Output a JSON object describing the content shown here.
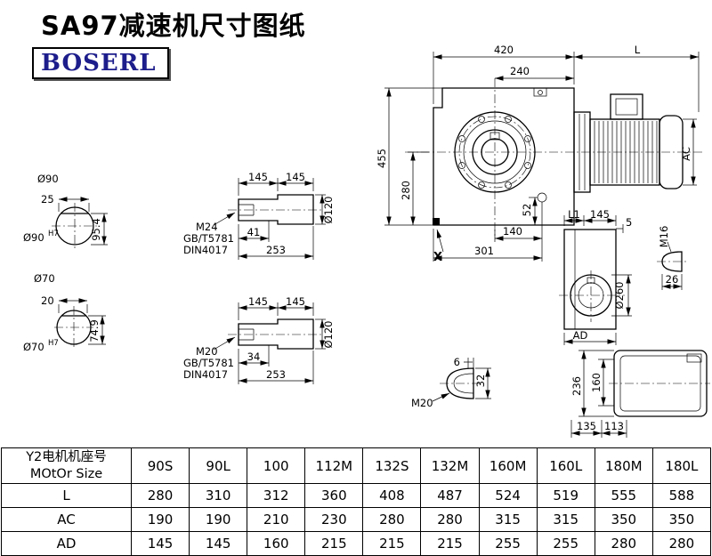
{
  "page": {
    "title": "SA97减速机尺寸图纸",
    "logo": "BOSERL"
  },
  "sections": {
    "bore90": {
      "dia_label": "Ø90",
      "key_width": "25",
      "key_height": "95.4",
      "bore_dia": "Ø90",
      "bore_tol": "H7"
    },
    "bore70": {
      "dia_label": "Ø70",
      "key_width": "20",
      "key_height": "74.9",
      "bore_dia": "Ø70",
      "bore_tol": "H7"
    },
    "shaft_m24": {
      "seg1": "145",
      "seg2": "145",
      "dia": "Ø120",
      "thread": "M24",
      "std1": "GB/T5781",
      "std2": "DIN4017",
      "thread_len": "41",
      "total_len": "253"
    },
    "shaft_m20": {
      "seg1": "145",
      "seg2": "145",
      "dia": "Ø120",
      "thread": "M20",
      "std1": "GB/T5781",
      "std2": "DIN4017",
      "thread_len": "34",
      "total_len": "253"
    },
    "main_view": {
      "overall_width": "420",
      "motor_length": "L",
      "center_to_face": "240",
      "overall_height": "455",
      "center_height": "280",
      "plug_offset": "52",
      "dim140": "140",
      "dim301": "301",
      "detail_mark": "X",
      "motor_dia": "AC"
    },
    "side_view": {
      "l1": "L1",
      "dim145": "145",
      "dim5": "5",
      "thread": "M16",
      "flange_dia": "Ø260",
      "dim26": "26",
      "motor_width": "AD"
    },
    "shaft_end": {
      "thread": "M20",
      "dim6": "6",
      "dim32": "32"
    },
    "rear_view": {
      "dim236": "236",
      "dim160": "160",
      "dim135": "135",
      "dim113": "113"
    }
  },
  "table": {
    "header_label_cn": "Y2电机机座号",
    "header_label_en": "MOtOr Size",
    "sizes": [
      "90S",
      "90L",
      "100",
      "112M",
      "132S",
      "132M",
      "160M",
      "160L",
      "180M",
      "180L"
    ],
    "rows": [
      {
        "label": "L",
        "values": [
          "280",
          "310",
          "312",
          "360",
          "408",
          "487",
          "524",
          "519",
          "555",
          "588"
        ]
      },
      {
        "label": "AC",
        "values": [
          "190",
          "190",
          "210",
          "230",
          "280",
          "280",
          "315",
          "315",
          "350",
          "350"
        ]
      },
      {
        "label": "AD",
        "values": [
          "145",
          "145",
          "160",
          "215",
          "215",
          "215",
          "255",
          "255",
          "280",
          "280"
        ]
      }
    ]
  }
}
